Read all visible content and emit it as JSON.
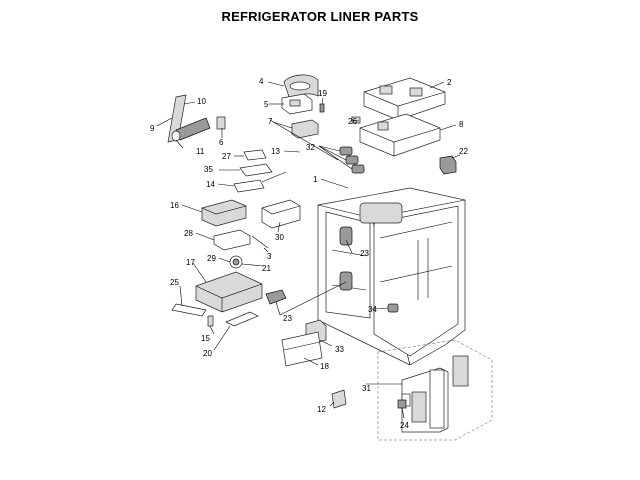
{
  "title": "REFRIGERATOR LINER PARTS",
  "callouts": [
    "1",
    "2",
    "3",
    "4",
    "5",
    "6",
    "7",
    "8",
    "9",
    "10",
    "11",
    "12",
    "13",
    "14",
    "15",
    "16",
    "17",
    "18",
    "19",
    "20",
    "21",
    "22",
    "23",
    "23",
    "23",
    "24",
    "25",
    "26",
    "27",
    "28",
    "29",
    "30",
    "31",
    "32",
    "33",
    "34",
    "35"
  ]
}
